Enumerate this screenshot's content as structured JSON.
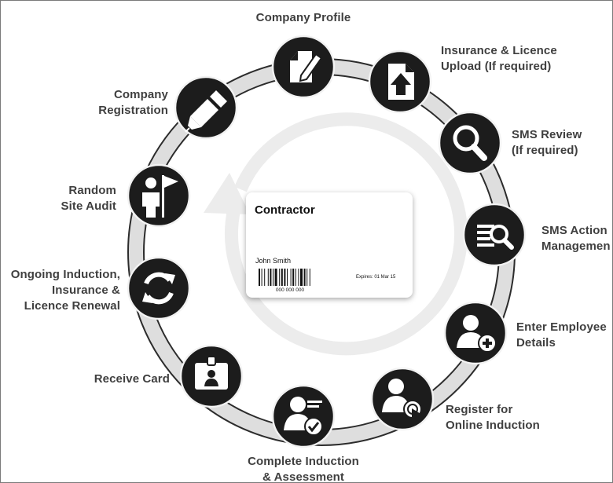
{
  "diagram": {
    "steps": [
      {
        "id": "company-profile",
        "label": "Company Profile",
        "icon": "document-pencil-icon"
      },
      {
        "id": "insurance-upload",
        "label": "Insurance & Licence\nUpload (If required)",
        "icon": "document-upload-icon"
      },
      {
        "id": "sms-review",
        "label": "SMS Review\n(If required)",
        "icon": "magnifier-icon"
      },
      {
        "id": "sms-action",
        "label": "SMS Action\nManagemen",
        "icon": "list-magnifier-icon"
      },
      {
        "id": "enter-employee",
        "label": "Enter Employee\nDetails",
        "icon": "person-add-icon"
      },
      {
        "id": "register-induction",
        "label": "Register for\nOnline Induction",
        "icon": "person-click-icon"
      },
      {
        "id": "complete-induction",
        "label": "Complete Induction\n& Assessment",
        "icon": "person-check-icon"
      },
      {
        "id": "receive-card",
        "label": "Receive Card",
        "icon": "id-badge-icon"
      },
      {
        "id": "ongoing-induction",
        "label": "Ongoing Induction,\nInsurance &\nLicence Renewal",
        "icon": "refresh-icon"
      },
      {
        "id": "random-audit",
        "label": "Random\nSite Audit",
        "icon": "person-flag-icon"
      },
      {
        "id": "company-registration",
        "label": "Company\nRegistration",
        "icon": "pen-icon"
      }
    ],
    "card": {
      "title": "Contractor",
      "name": "John Smith",
      "expires": "Expires: 01 Mar 15",
      "number": "000 000 000"
    },
    "colors": {
      "ring": "#dedede",
      "ring_edge": "#2c2c2c",
      "node": "#1c1c1c",
      "node_ring": "#f2f2f2",
      "label": "#3f3f3f",
      "inner_arrow": "#ececec"
    }
  }
}
